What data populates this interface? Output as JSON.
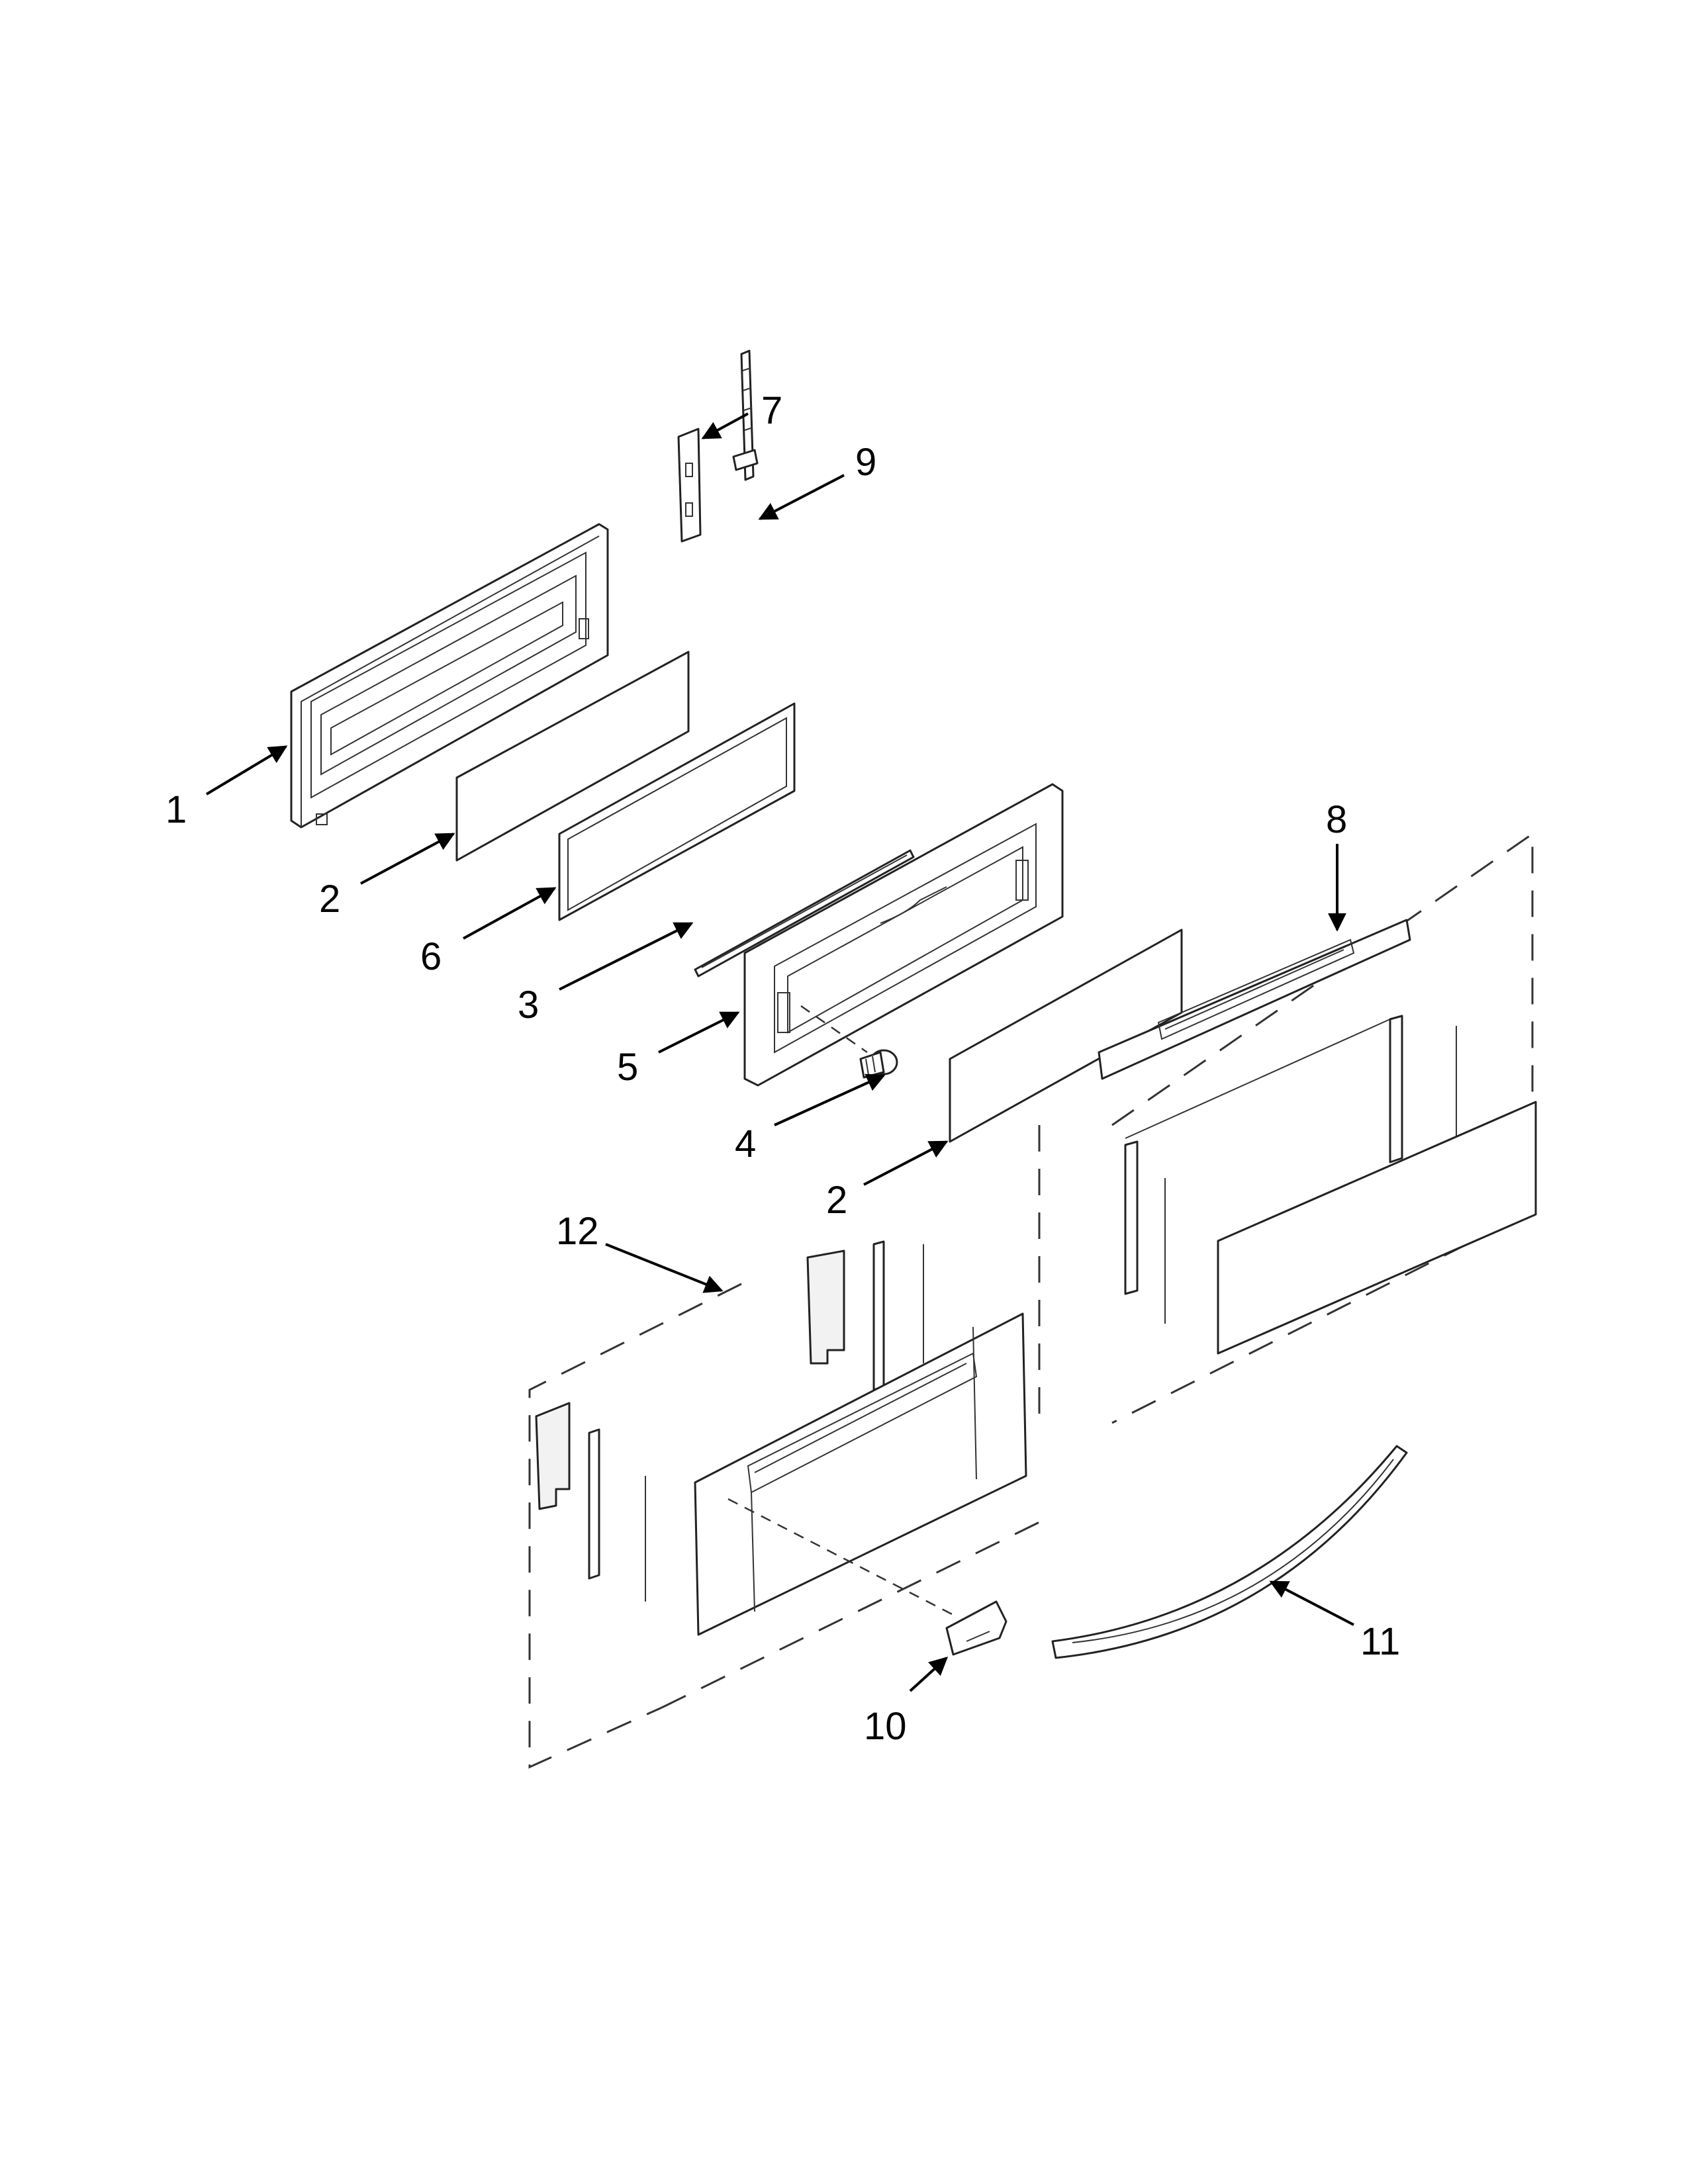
{
  "diagram": {
    "callouts": [
      {
        "id": "c1",
        "label": "1"
      },
      {
        "id": "c2a",
        "label": "2"
      },
      {
        "id": "c6",
        "label": "6"
      },
      {
        "id": "c3",
        "label": "3"
      },
      {
        "id": "c5",
        "label": "5"
      },
      {
        "id": "c4",
        "label": "4"
      },
      {
        "id": "c2b",
        "label": "2"
      },
      {
        "id": "c7",
        "label": "7"
      },
      {
        "id": "c9",
        "label": "9"
      },
      {
        "id": "c8",
        "label": "8"
      },
      {
        "id": "c12",
        "label": "12"
      },
      {
        "id": "c10",
        "label": "10"
      },
      {
        "id": "c11",
        "label": "11"
      }
    ]
  }
}
